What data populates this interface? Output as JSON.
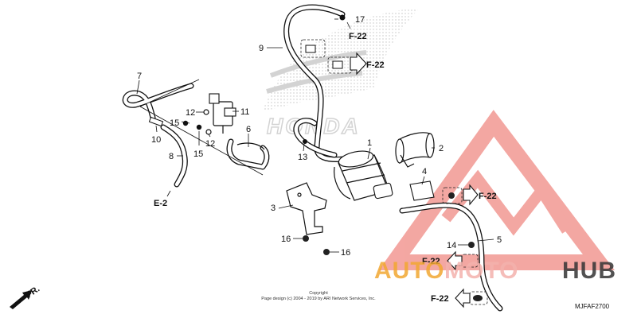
{
  "diagram": {
    "callouts": [
      {
        "id": "1",
        "text": "1"
      },
      {
        "id": "2",
        "text": "2"
      },
      {
        "id": "3",
        "text": "3"
      },
      {
        "id": "4",
        "text": "4"
      },
      {
        "id": "5",
        "text": "5"
      },
      {
        "id": "6",
        "text": "6"
      },
      {
        "id": "7",
        "text": "7"
      },
      {
        "id": "8",
        "text": "8"
      },
      {
        "id": "9",
        "text": "9"
      },
      {
        "id": "10",
        "text": "10"
      },
      {
        "id": "11",
        "text": "11"
      },
      {
        "id": "12a",
        "text": "12"
      },
      {
        "id": "12b",
        "text": "12"
      },
      {
        "id": "13",
        "text": "13"
      },
      {
        "id": "14",
        "text": "14"
      },
      {
        "id": "15a",
        "text": "15"
      },
      {
        "id": "15b",
        "text": "15"
      },
      {
        "id": "16a",
        "text": "16"
      },
      {
        "id": "16b",
        "text": "16"
      },
      {
        "id": "17",
        "text": "17"
      }
    ],
    "refs": [
      {
        "id": "f22-top",
        "text": "F-22"
      },
      {
        "id": "f22-mid",
        "text": "F-22"
      },
      {
        "id": "f22-right",
        "text": "F-22"
      },
      {
        "id": "f22-low",
        "text": "F-22"
      },
      {
        "id": "f22-bottom",
        "text": "F-22"
      },
      {
        "id": "e2",
        "text": "E-2"
      }
    ],
    "front_arrow": "FR.",
    "copyright_line1": "Copyright",
    "copyright_line2": "Page design (c) 2004 - 2019 by ARI Network Services, Inc.",
    "diagram_code": "MJFAF2700"
  },
  "watermark": {
    "part_a": "AUTO",
    "part_b": "MOTO",
    "part_c": "HUB",
    "colors": {
      "auto": "#f2a832",
      "moto": "#f4b2ad",
      "hub": "#353535",
      "triangle": "#f08a84"
    }
  },
  "background_logo": {
    "text": "HONDA",
    "color": "#cfcfcf"
  }
}
